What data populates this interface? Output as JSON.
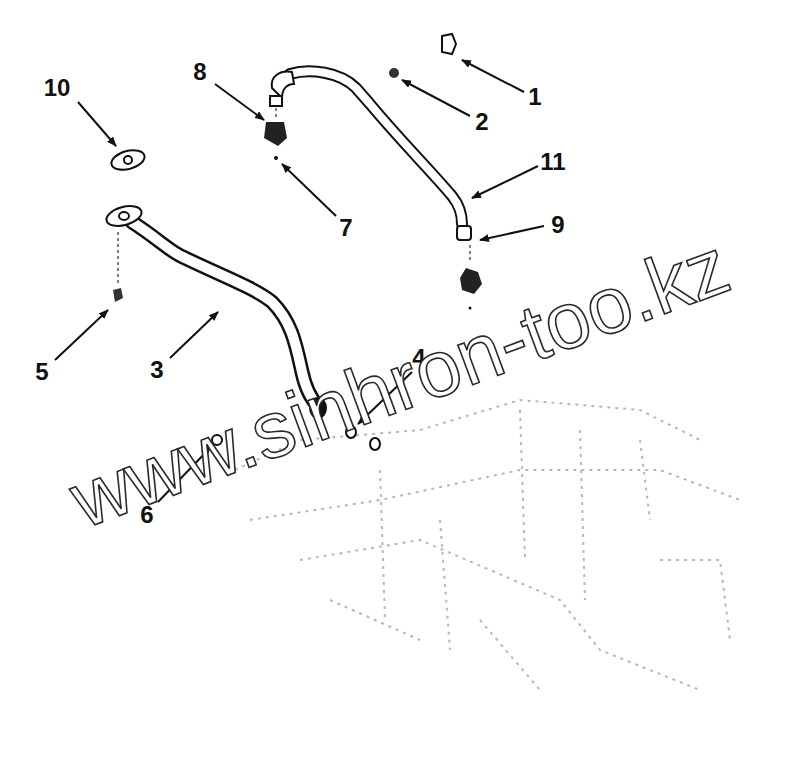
{
  "diagram": {
    "labels": [
      "1",
      "2",
      "3",
      "4",
      "5",
      "6",
      "7",
      "8",
      "9",
      "10",
      "11",
      "www.sinhron-too.kz"
    ]
  }
}
